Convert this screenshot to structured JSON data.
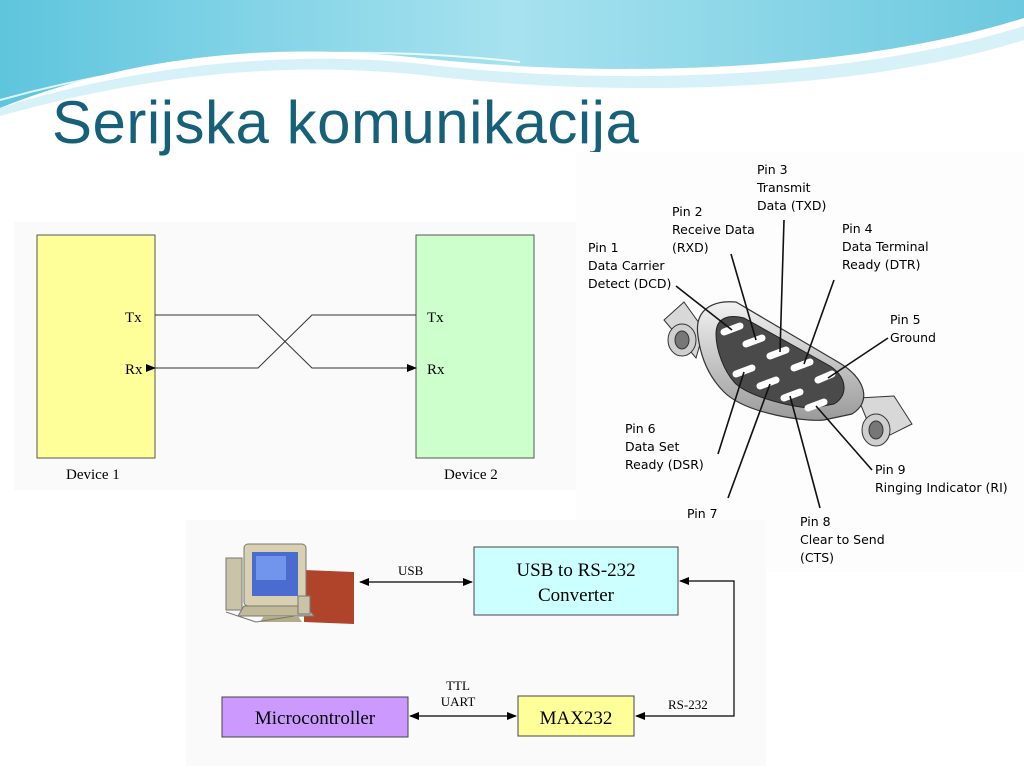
{
  "slide": {
    "title": "Serijska komunikacija"
  },
  "theme": {
    "title_color": "#17607a",
    "wave_color": "#7fd3e6",
    "device1_fill": "#ffff99",
    "device2_fill": "#ccffcc",
    "converter_fill": "#ccffff",
    "mcu_fill": "#cc99ff",
    "max_fill": "#ffff99"
  },
  "devices_diagram": {
    "device1": {
      "label": "Device 1",
      "tx": "Tx",
      "rx": "Rx"
    },
    "device2": {
      "label": "Device 2",
      "tx": "Tx",
      "rx": "Rx"
    }
  },
  "db9_diagram": {
    "pins": [
      {
        "lines": [
          "Pin 1",
          "Data Carrier",
          "Detect (DCD)"
        ]
      },
      {
        "lines": [
          "Pin 2",
          "Receive Data",
          "(RXD)"
        ]
      },
      {
        "lines": [
          "Pin 3",
          "Transmit",
          "Data (TXD)"
        ]
      },
      {
        "lines": [
          "Pin 4",
          "Data Terminal",
          "Ready (DTR)"
        ]
      },
      {
        "lines": [
          "Pin 5",
          "Ground"
        ]
      },
      {
        "lines": [
          "Pin 6",
          "Data Set",
          "Ready (DSR)"
        ]
      },
      {
        "lines": [
          "Pin 7"
        ]
      },
      {
        "lines": [
          "Pin 8",
          "Clear to Send",
          "(CTS)"
        ]
      },
      {
        "lines": [
          "Pin 9",
          "Ringing Indicator (RI)"
        ]
      }
    ]
  },
  "block_diagram": {
    "usb_label": "USB",
    "converter": {
      "line1": "USB to RS-232",
      "line2": "Converter"
    },
    "rs232_label": "RS-232",
    "max232": "MAX232",
    "ttl_uart": {
      "line1": "TTL",
      "line2": "UART"
    },
    "microcontroller": "Microcontroller"
  }
}
